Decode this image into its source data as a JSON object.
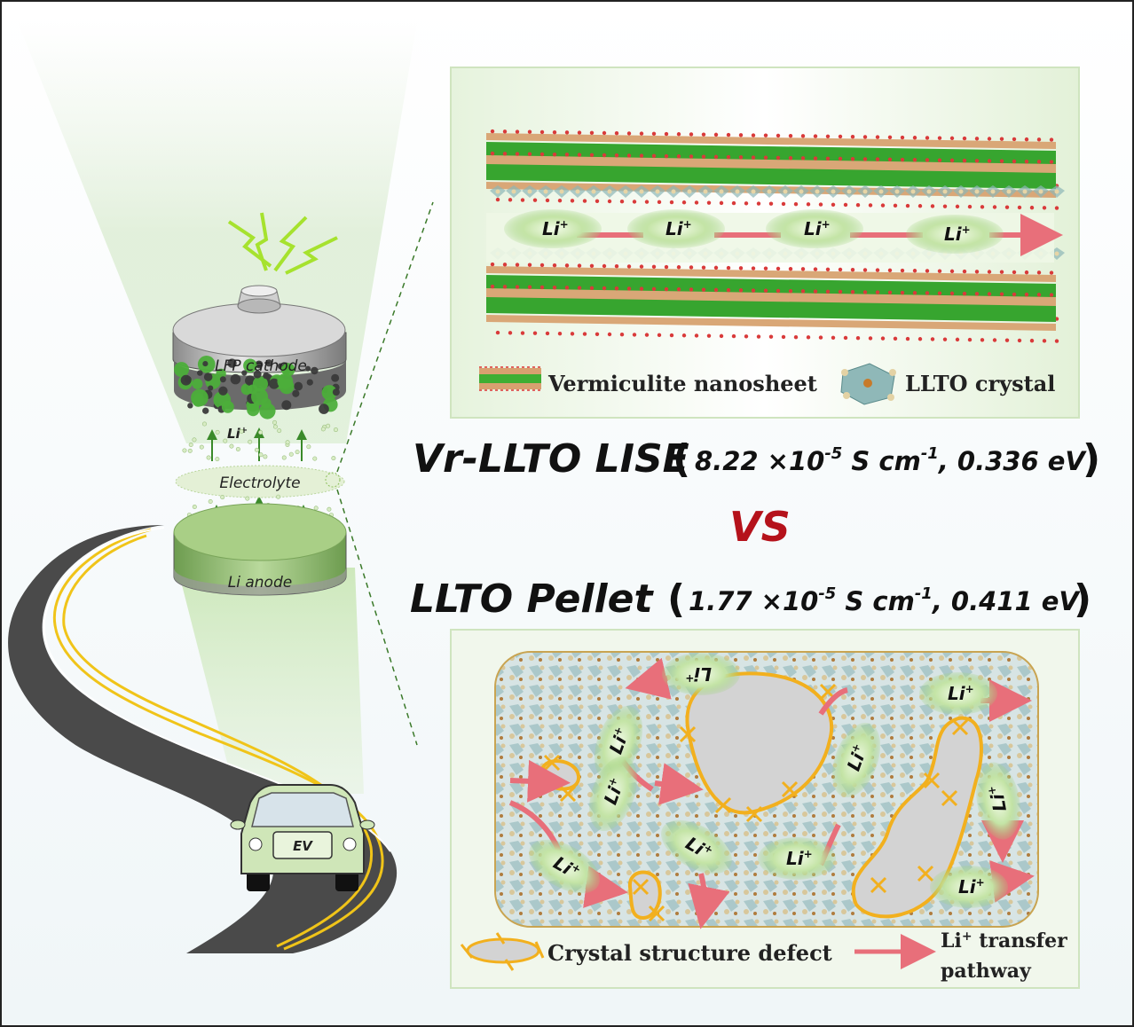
{
  "battery": {
    "cathode_label": "LFP cathode",
    "ion_label": "Li",
    "ion_sup": "+",
    "electrolyte_label": "Electrolyte",
    "anode_label": "Li anode"
  },
  "vehicle": {
    "label": "EV"
  },
  "top_panel": {
    "ions": [
      {
        "base": "Li",
        "sup": "+"
      },
      {
        "base": "Li",
        "sup": "+"
      },
      {
        "base": "Li",
        "sup": "+"
      },
      {
        "base": "Li",
        "sup": "+"
      }
    ],
    "legend_nanosheet": "Vermiculite nanosheet",
    "legend_crystal": "LLTO crystal"
  },
  "comparison": {
    "a_name": "Vr-LLTO LISE",
    "a_cond_mant": "8.22 ×10",
    "a_cond_exp": "-5",
    "a_unit": " S cm",
    "a_unit_exp": "-1",
    "a_energy": ",  0.336 eV",
    "vs": "VS",
    "b_name": "LLTO Pellet",
    "b_cond_mant": "1.77 ×10",
    "b_cond_exp": "-5",
    "b_unit": " S cm",
    "b_unit_exp": "-1",
    "b_energy": ", 0.411 eV"
  },
  "bottom_panel": {
    "ions": [
      {
        "base": "Li",
        "sup": "+"
      },
      {
        "base": "Li",
        "sup": "+"
      },
      {
        "base": "Li",
        "sup": "+"
      },
      {
        "base": "Li",
        "sup": "+"
      },
      {
        "base": "Li",
        "sup": "+"
      },
      {
        "base": "Li",
        "sup": "+"
      },
      {
        "base": "Li",
        "sup": "+"
      },
      {
        "base": "Li",
        "sup": "+"
      },
      {
        "base": "Li",
        "sup": "+"
      },
      {
        "base": "Li",
        "sup": "+"
      }
    ],
    "legend_defect": "Crystal structure defect",
    "legend_path_line1": "Li",
    "legend_path_sup": "+",
    "legend_path_line1_rest": " transfer",
    "legend_path_line2": "pathway"
  },
  "colors": {
    "green_dark": "#3f9a2a",
    "green_light": "#c9e6b0",
    "pink_arrow": "#e86f7a",
    "defect_yellow": "#f2b01e",
    "vs_red": "#b5121b"
  }
}
